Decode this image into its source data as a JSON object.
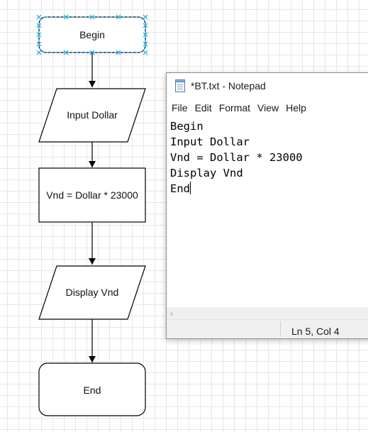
{
  "flowchart": {
    "begin": "Begin",
    "input": "Input Dollar",
    "process": "Vnd = Dollar * 23000",
    "display": "Display Vnd",
    "end": "End"
  },
  "notepad": {
    "title": "*BT.txt - Notepad",
    "menu": [
      "File",
      "Edit",
      "Format",
      "View",
      "Help"
    ],
    "lines": [
      "Begin",
      "Input Dollar",
      "Vnd = Dollar * 23000",
      "Display Vnd",
      "End"
    ],
    "status": "Ln 5, Col 4"
  },
  "colors": {
    "selection_handle": "#29b6f2",
    "flow_stroke": "#000000"
  },
  "icons": {
    "notepad": "notepad-icon",
    "scroll_left": "scroll-left-arrow-icon"
  }
}
